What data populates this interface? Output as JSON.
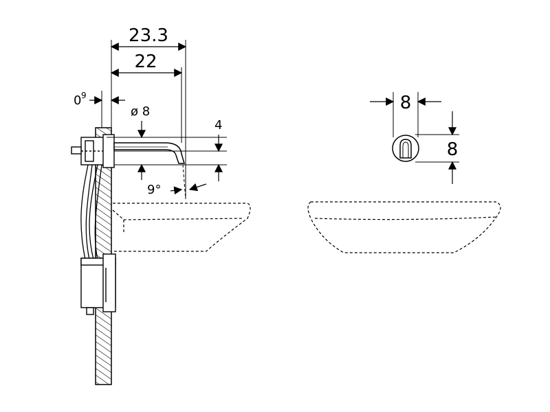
{
  "side_view": {
    "dim_total": "23.3",
    "dim_reach": "22",
    "dim_wall_gap": "0",
    "dim_wall_gap_sup": "9",
    "dim_diameter": "ø 8",
    "dim_height": "4",
    "dim_angle": "9°"
  },
  "front_view": {
    "dim_width": "8",
    "dim_height": "8"
  },
  "colors": {
    "line": "#000000",
    "fill": "#ffffff"
  }
}
